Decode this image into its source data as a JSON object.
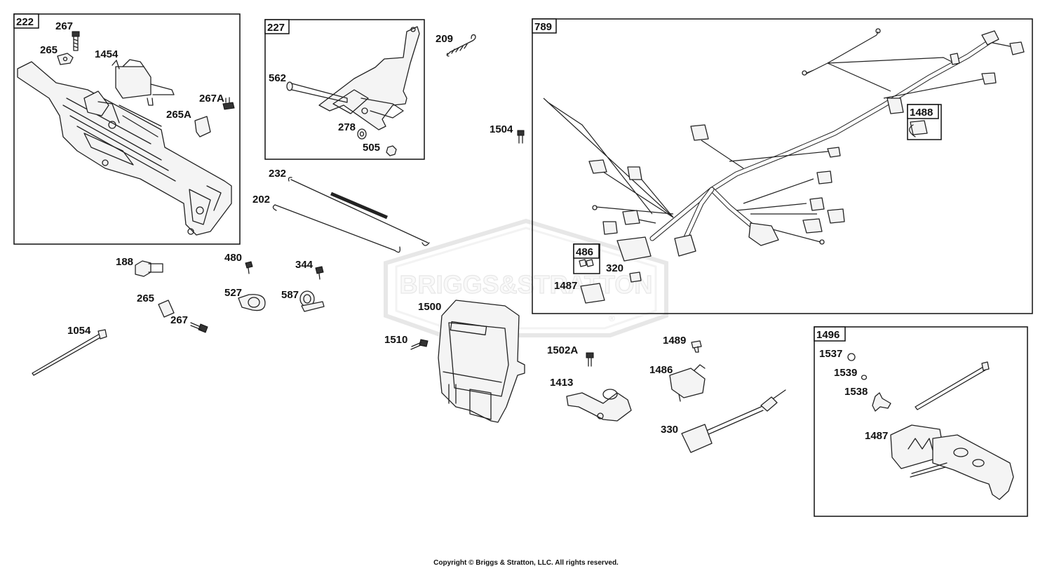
{
  "watermark": {
    "text": "BRIGGS&STRATTON",
    "reg": "®"
  },
  "groups": [
    {
      "id": "222"
    },
    {
      "id": "227"
    },
    {
      "id": "789"
    },
    {
      "id": "1488"
    },
    {
      "id": "486"
    },
    {
      "id": "1496"
    }
  ],
  "labels": [
    "267",
    "265",
    "1454",
    "267A",
    "265A",
    "562",
    "278",
    "505",
    "209",
    "232",
    "202",
    "188",
    "265",
    "267",
    "480",
    "527",
    "344",
    "587",
    "1054",
    "1504",
    "320",
    "1487",
    "1500",
    "1510",
    "1502A",
    "1413",
    "1489",
    "1486",
    "330",
    "1537",
    "1539",
    "1538",
    "1487"
  ],
  "copyright": "Copyright © Briggs & Stratton, LLC. All rights reserved."
}
